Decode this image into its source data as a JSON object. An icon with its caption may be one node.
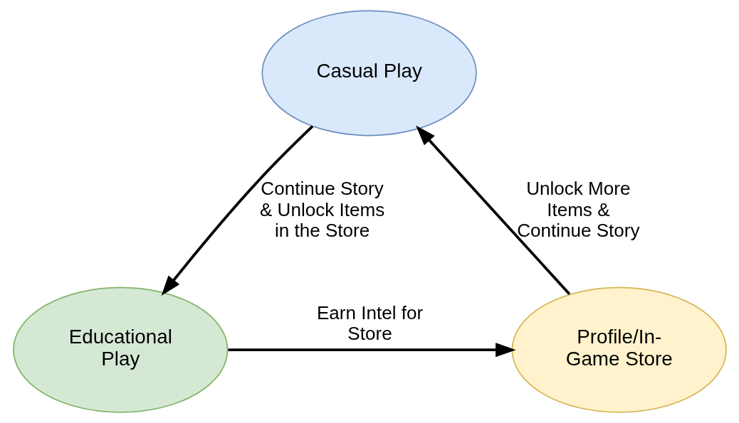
{
  "diagram": {
    "nodes": [
      {
        "text": [
          "Casual Play"
        ]
      },
      {
        "text": [
          "Profile/In-Game Store"
        ]
      },
      {
        "text": [
          "Educational Play"
        ]
      }
    ],
    "edges": [
      {
        "from": 0,
        "to": 2,
        "arrow": "to",
        "label": "Continue Story & Unlock Items in the Store"
      },
      {
        "from": 2,
        "to": 1,
        "arrow": "to",
        "label": "Earn Intel for Store"
      },
      {
        "from": 1,
        "to": 0,
        "arrow": "to",
        "label": "Unlock More Items & Continue Story"
      }
    ]
  }
}
